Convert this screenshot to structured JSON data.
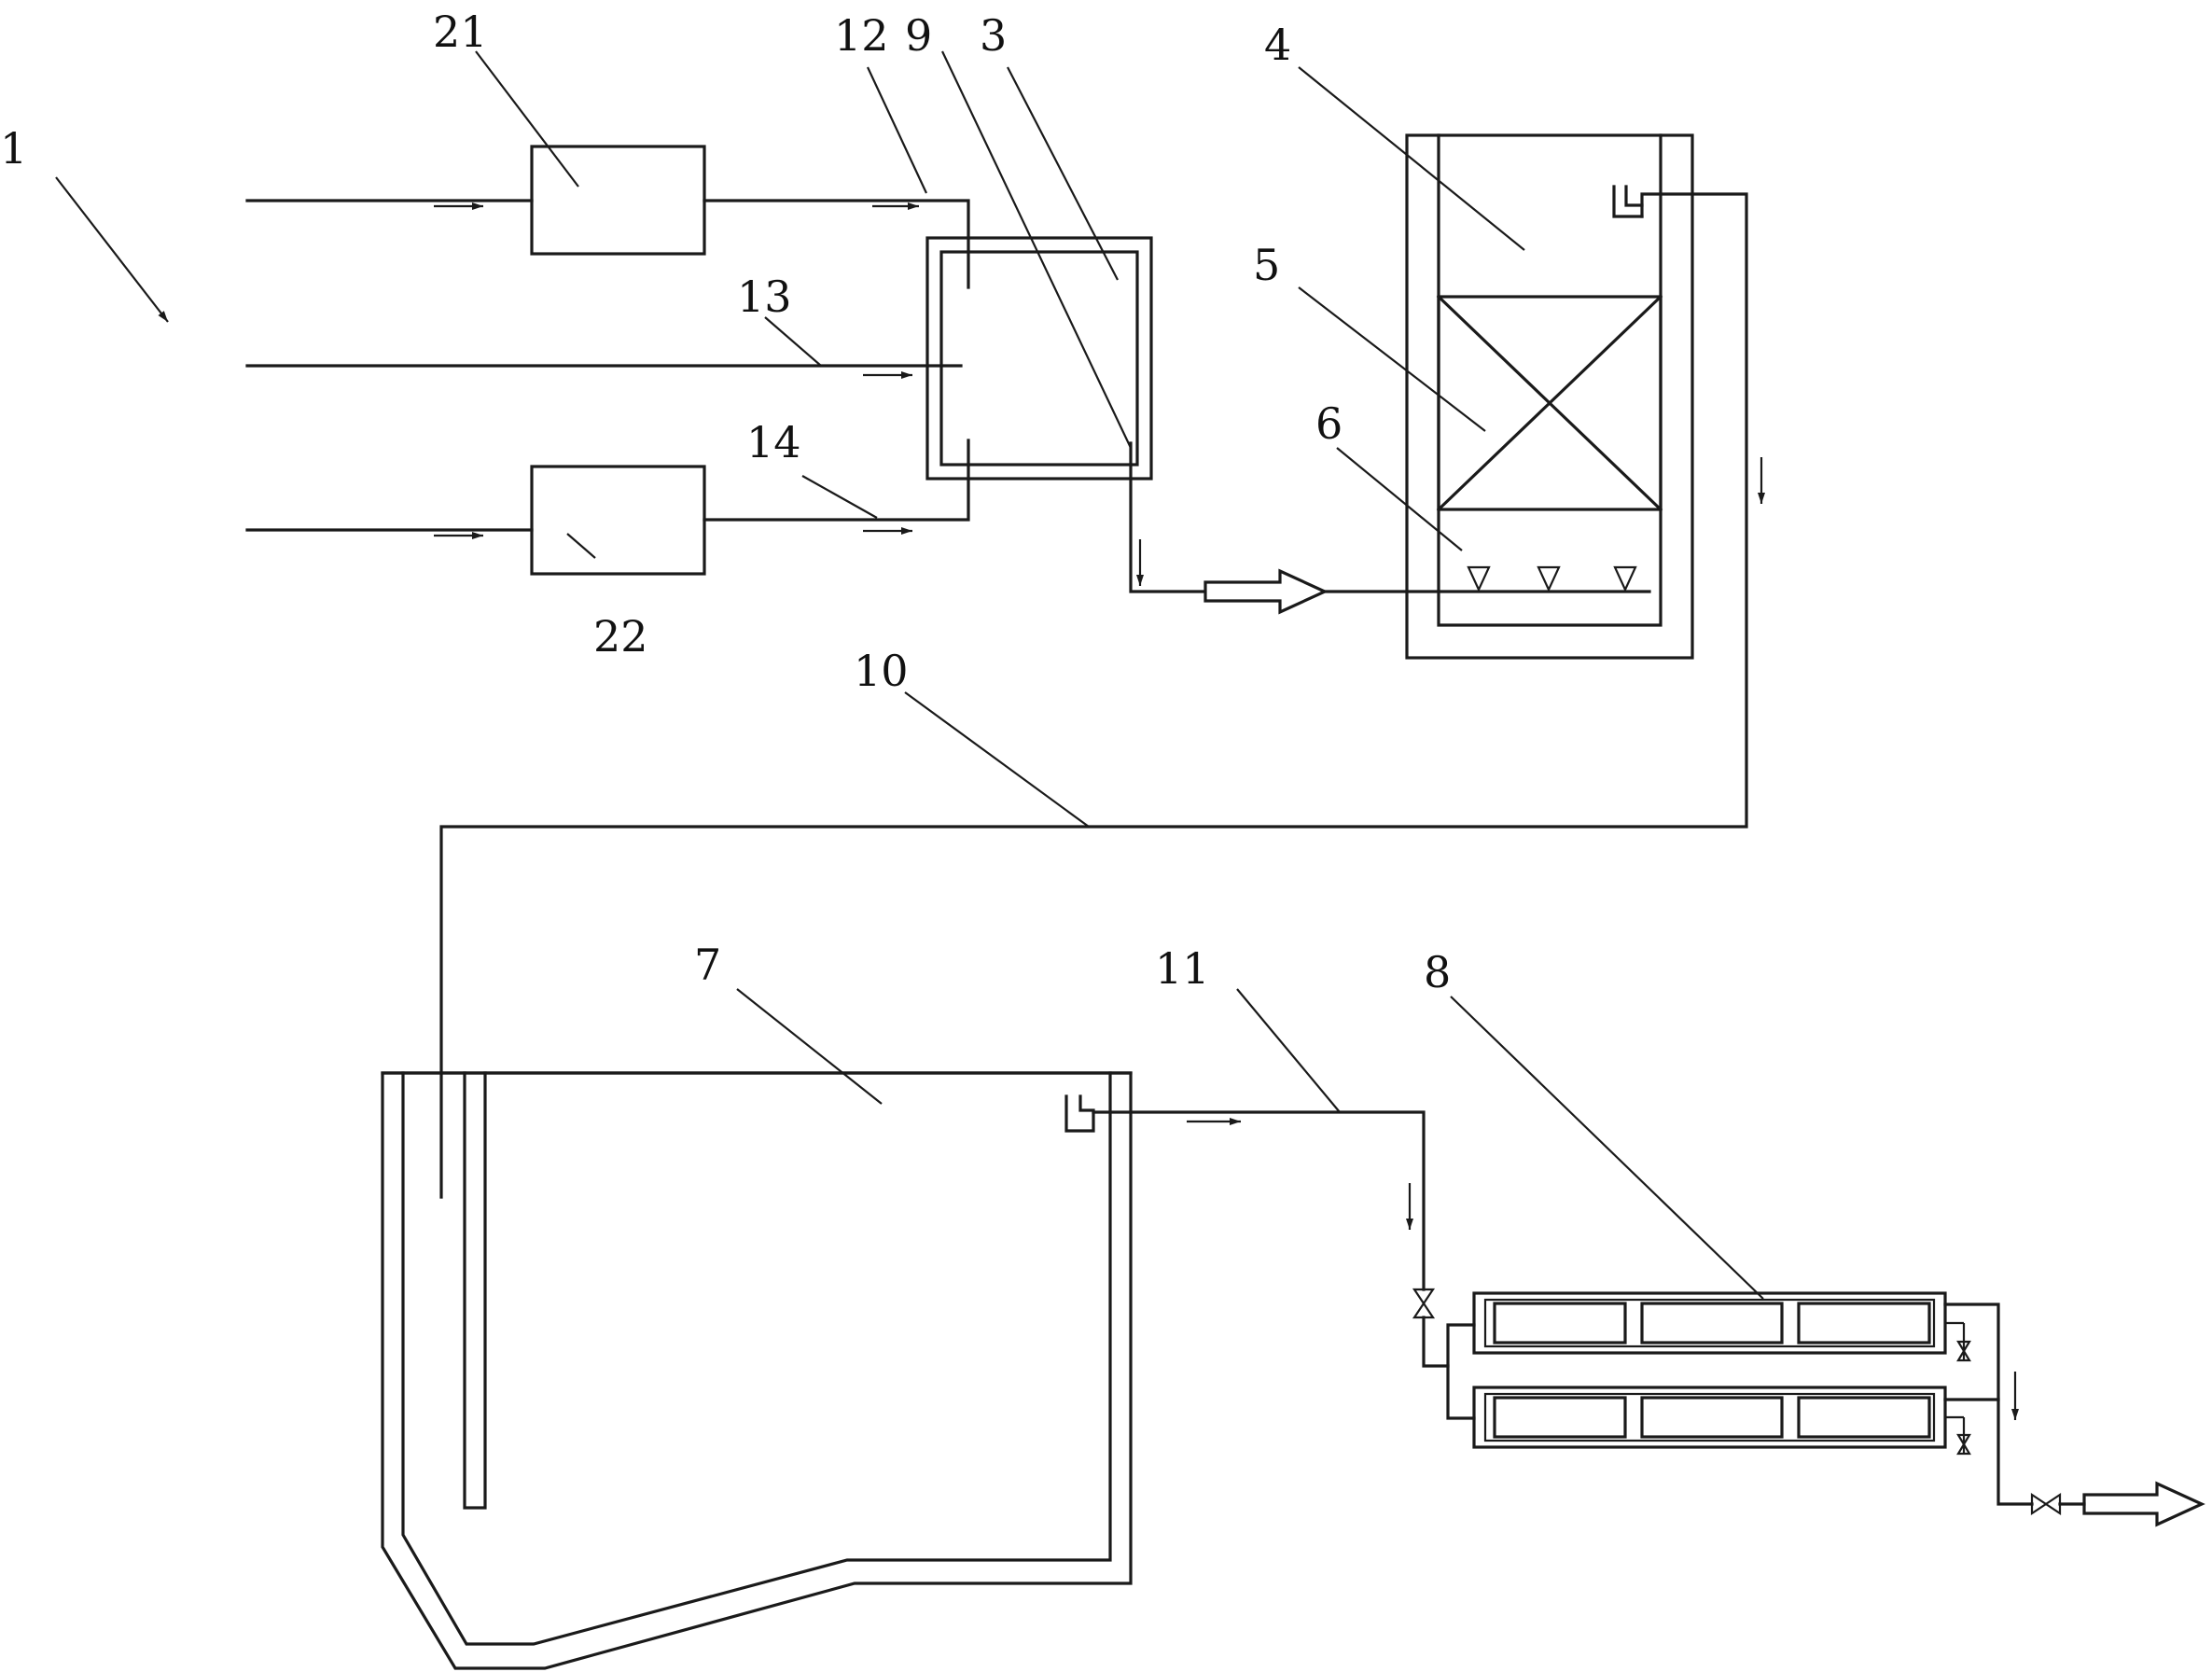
{
  "labels": {
    "l1": "1",
    "l3": "3",
    "l4": "4",
    "l5": "5",
    "l6": "6",
    "l7": "7",
    "l8": "8",
    "l9": "9",
    "l10": "10",
    "l11": "11",
    "l12": "12",
    "l13": "13",
    "l14": "14",
    "l21": "21",
    "l22": "22"
  },
  "colors": {
    "line": "#1a1a1a",
    "background": "#ffffff"
  }
}
